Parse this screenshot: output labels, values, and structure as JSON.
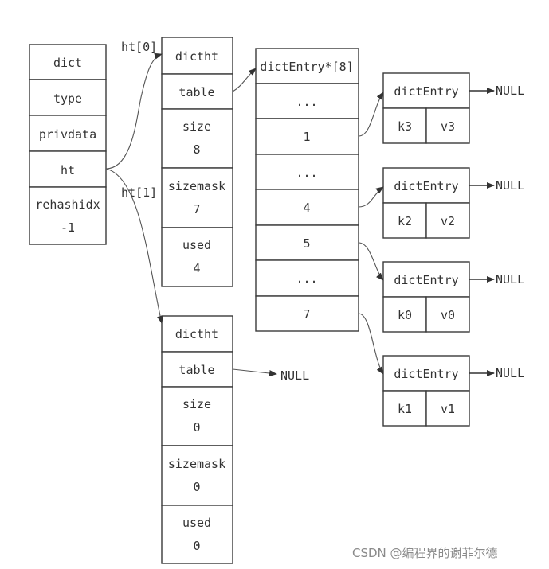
{
  "dict": {
    "cells": [
      {
        "lines": [
          "dict"
        ]
      },
      {
        "lines": [
          "type"
        ]
      },
      {
        "lines": [
          "privdata"
        ]
      },
      {
        "lines": [
          "ht"
        ]
      },
      {
        "lines": [
          "rehashidx",
          "-1"
        ]
      }
    ]
  },
  "ht0": {
    "label": "ht[0]",
    "cells": [
      {
        "lines": [
          "dictht"
        ]
      },
      {
        "lines": [
          "table"
        ]
      },
      {
        "lines": [
          "size",
          "8"
        ]
      },
      {
        "lines": [
          "sizemask",
          "7"
        ]
      },
      {
        "lines": [
          "used",
          "4"
        ]
      }
    ]
  },
  "ht1": {
    "label": "ht[1]",
    "null_label": "NULL",
    "cells": [
      {
        "lines": [
          "dictht"
        ]
      },
      {
        "lines": [
          "table"
        ]
      },
      {
        "lines": [
          "size",
          "0"
        ]
      },
      {
        "lines": [
          "sizemask",
          "0"
        ]
      },
      {
        "lines": [
          "used",
          "0"
        ]
      }
    ]
  },
  "table_array": {
    "header": "dictEntry*[8]",
    "slots": [
      "...",
      "1",
      "...",
      "4",
      "5",
      "...",
      "7"
    ]
  },
  "entries": [
    {
      "title": "dictEntry",
      "key": "k3",
      "value": "v3",
      "next": "NULL"
    },
    {
      "title": "dictEntry",
      "key": "k2",
      "value": "v2",
      "next": "NULL"
    },
    {
      "title": "dictEntry",
      "key": "k0",
      "value": "v0",
      "next": "NULL"
    },
    {
      "title": "dictEntry",
      "key": "k1",
      "value": "v1",
      "next": "NULL"
    }
  ],
  "watermark": "CSDN @编程界的谢菲尔德",
  "colors": {
    "stroke": "#3a3a3a",
    "text": "#333333",
    "watermark": "#8a8a8a"
  }
}
